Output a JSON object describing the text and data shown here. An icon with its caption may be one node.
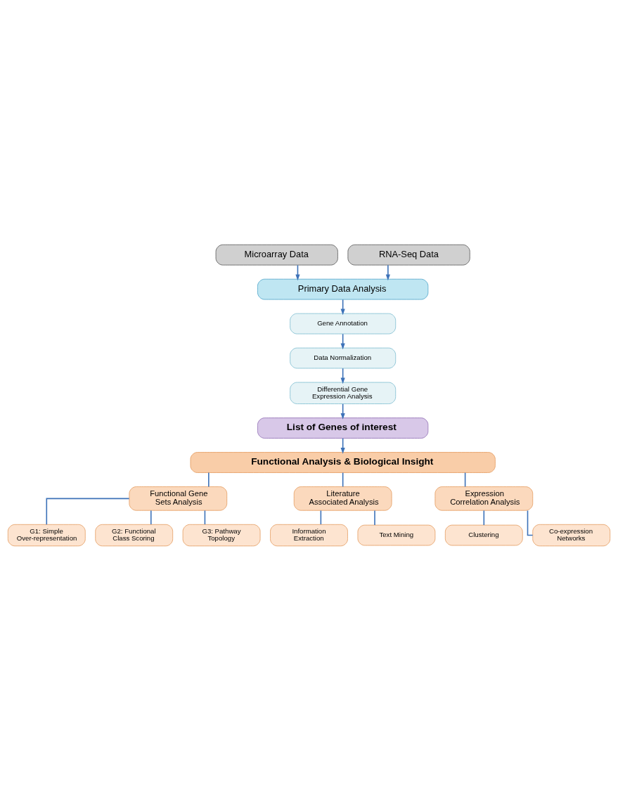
{
  "diagram": {
    "nodes": [
      {
        "text": [
          "Microarray Data"
        ]
      },
      {
        "text": [
          "RNA-Seq Data"
        ]
      },
      {
        "text": [
          "Primary Data Analysis"
        ]
      },
      {
        "text": [
          "Gene Annotation"
        ]
      },
      {
        "text": [
          "Data Normalization"
        ]
      },
      {
        "text": [
          "Differential Gene Expression Analysis"
        ]
      },
      {
        "text": [
          "List of Genes of interest"
        ]
      },
      {
        "text": [
          "Functional Analysis & Biological Insight"
        ]
      },
      {
        "text": [
          "Functional Gene Sets Analysis"
        ]
      },
      {
        "text": [
          "Literature Associated Analysis"
        ]
      },
      {
        "text": [
          "Expression Correlation Analysis"
        ]
      },
      {
        "text": [
          "G1: Simple Over-representation"
        ]
      },
      {
        "text": [
          "G2: Functional Class Scoring"
        ]
      },
      {
        "text": [
          "G3: Pathway Topology"
        ]
      },
      {
        "text": [
          "Information Extraction"
        ]
      },
      {
        "text": [
          "Text Mining"
        ]
      },
      {
        "text": [
          "Clustering"
        ]
      },
      {
        "text": [
          "Co-expression Networks"
        ]
      }
    ],
    "edges": [
      {
        "from": 0,
        "to": 2,
        "arrow": "to"
      },
      {
        "from": 1,
        "to": 2,
        "arrow": "to"
      },
      {
        "from": 2,
        "to": 3,
        "arrow": "to"
      },
      {
        "from": 3,
        "to": 4,
        "arrow": "to"
      },
      {
        "from": 4,
        "to": 5,
        "arrow": "to"
      },
      {
        "from": 5,
        "to": 6,
        "arrow": "to"
      },
      {
        "from": 6,
        "to": 7,
        "arrow": "to"
      },
      {
        "from": 7,
        "to": 8,
        "arrow": "none"
      },
      {
        "from": 7,
        "to": 9,
        "arrow": "none"
      },
      {
        "from": 7,
        "to": 10,
        "arrow": "none"
      },
      {
        "from": 8,
        "to": 11,
        "arrow": "none"
      },
      {
        "from": 8,
        "to": 12,
        "arrow": "none"
      },
      {
        "from": 8,
        "to": 13,
        "arrow": "none"
      },
      {
        "from": 9,
        "to": 14,
        "arrow": "none"
      },
      {
        "from": 9,
        "to": 15,
        "arrow": "none"
      },
      {
        "from": 10,
        "to": 16,
        "arrow": "none"
      },
      {
        "from": 10,
        "to": 17,
        "arrow": "none"
      }
    ]
  }
}
